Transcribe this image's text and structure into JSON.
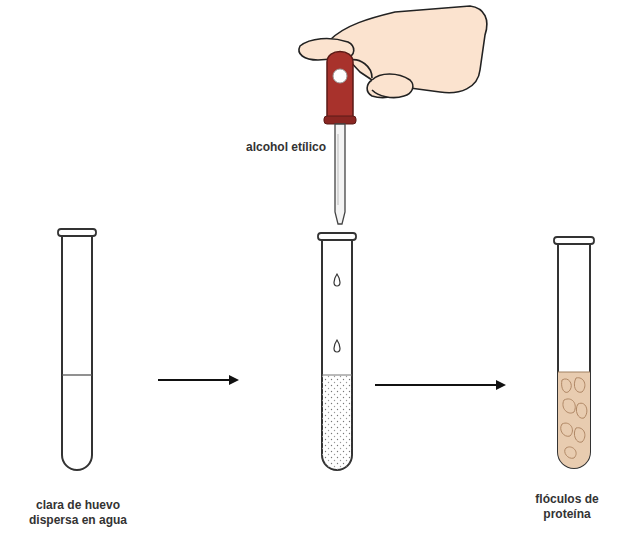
{
  "diagram": {
    "nodes": [
      {
        "text": [
          "clara de huevo dispersa en agua"
        ]
      },
      {
        "text": [
          "alcohol etílico"
        ]
      },
      {
        "text": [
          "flóculos de proteína"
        ]
      }
    ],
    "edges": [
      {
        "from": 0,
        "to": 1,
        "arrow": "to"
      },
      {
        "from": 1,
        "to": 2,
        "arrow": "to"
      }
    ]
  }
}
